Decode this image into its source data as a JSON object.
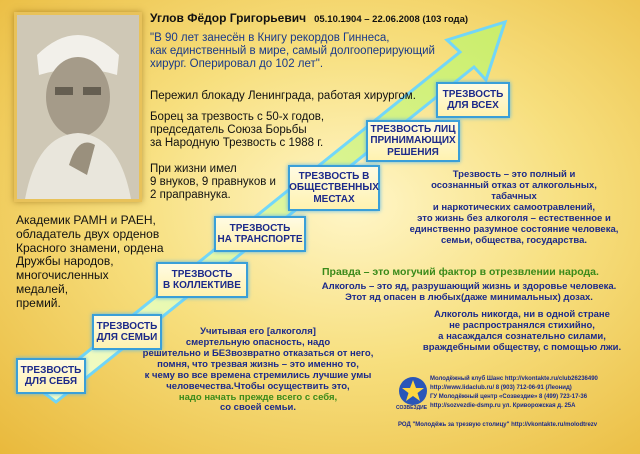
{
  "person": {
    "name": "Углов Фёдор Григорьевич",
    "dates": "05.10.1904 – 22.06.2008  (103 года)",
    "quote": "\"В 90 лет занесён в Книгу рекордов Гиннеса,\nкак единственный в мире, самый долгооперирующий\nхирург. Оперировал до 102 лет\".",
    "blockade": "Пережил блокаду Ленинграда, работая хирургом.",
    "fighter": "Борец за трезвость с 50-х годов,\nпредседатель Союза Борьбы\nза Народную Трезвость с 1988 г.",
    "family": "При жизни имел\n9 внуков, 9 правнуков и\n2 праправнука.",
    "academic": "Академик РАМН и РАЕН,\nобладатель двух орденов\nКрасного знамени, ордена\nДружбы народов,\nмногочисленных\nмедалей,\nпремий."
  },
  "steps": [
    {
      "label": "ТРЕЗВОСТЬ\nДЛЯ СЕБЯ"
    },
    {
      "label": "ТРЕЗВОСТЬ\nДЛЯ СЕМЬИ"
    },
    {
      "label": "ТРЕЗВОСТЬ\nВ КОЛЛЕКТИВЕ"
    },
    {
      "label": "ТРЕЗВОСТЬ\nНА ТРАНСПОРТЕ"
    },
    {
      "label": "ТРЕЗВОСТЬ В\nОБЩЕСТВЕННЫХ\nМЕСТАХ"
    },
    {
      "label": "ТРЕЗВОСТЬ ЛИЦ\nПРИНИМАЮЩИХ\nРЕШЕНИЯ"
    },
    {
      "label": "ТРЕЗВОСТЬ\nДЛЯ ВСЕХ"
    }
  ],
  "definition": "Трезвость – это полный и\nосознанный отказ от алкогольных,\nтабачных\nи наркотических самоотравлений,\nэто жизнь без алкоголя – естественное и\nединственно разумное состояние человека,\nсемьи, общества, государства.",
  "truth": "Правда – это могучий фактор в отрезвлении народа.",
  "alcohol_poison": "Алкоголь – это яд, разрушающий жизнь и здоровье человека.\nЭтот яд опасен в любых(даже минимальных) дозах.",
  "alcohol_imposed": "Алкоголь никогда, ни в одной стране\nне распространялся стихийно,\nа насаждался сознательно силами,\nвраждебными обществу, с помощью лжи.",
  "bottom_text": "Учитывая его [алкоголя]\nсмертельную опасность, надо\nрешительно и БЕЗвозвратно отказаться от него,\nпомня, что трезвая жизнь – это именно то,\nк чему во все времена стремились лучшие умы\nчеловечества.Чтобы осуществить это,",
  "bottom_green": "надо начать прежде всего с себя,",
  "bottom_end": "со своей семьи.",
  "footer": {
    "logo_text": "СОЗВЕЗДИЕ",
    "line1": "Молодёжный клуб Шанс http://vkontakte.ru/club26236490",
    "line2": "http://www.lidaclub.ru/  8 (903) 712-06-91 (Леонид)",
    "line3": "ГУ Молодёжный центр «Созвездие» 8 (499) 723-17-36",
    "line4": "http://sozvezdie-dsmp.ru      ул. Криворожская д. 25А",
    "line5": "РОД \"Молодёжь за трезвую столицу\" http://vkontakte.ru/molodtrezv"
  }
}
